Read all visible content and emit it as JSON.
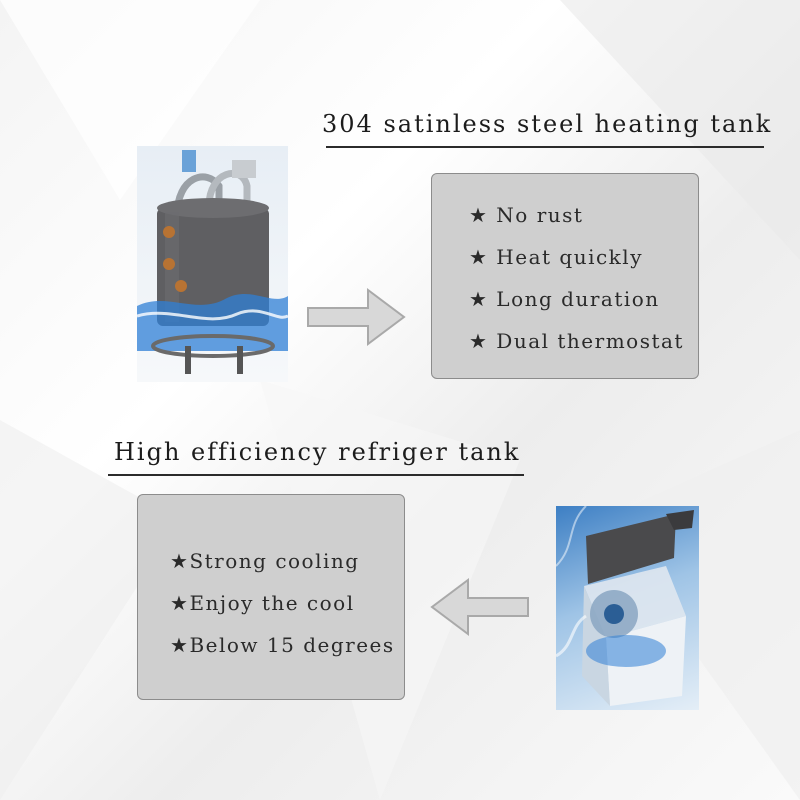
{
  "heating": {
    "title": "304 satinless steel heating tank",
    "features": [
      "No rust",
      "Heat quickly",
      "Long duration",
      "Dual thermostat"
    ],
    "image_icon": "stainless-heating-tank"
  },
  "cooling": {
    "title": "High efficiency refriger tank",
    "features": [
      "Strong cooling",
      "Enjoy the cool",
      "Below 15 degrees"
    ],
    "image_icon": "refrigeration-tank"
  },
  "bullet_symbol": "★",
  "colors": {
    "box_fill": "#cfcfcf",
    "box_border": "#8c8c8c",
    "arrow": "#c9c9c9",
    "water": "#2f7fd6",
    "tank": "#5f5f62"
  }
}
